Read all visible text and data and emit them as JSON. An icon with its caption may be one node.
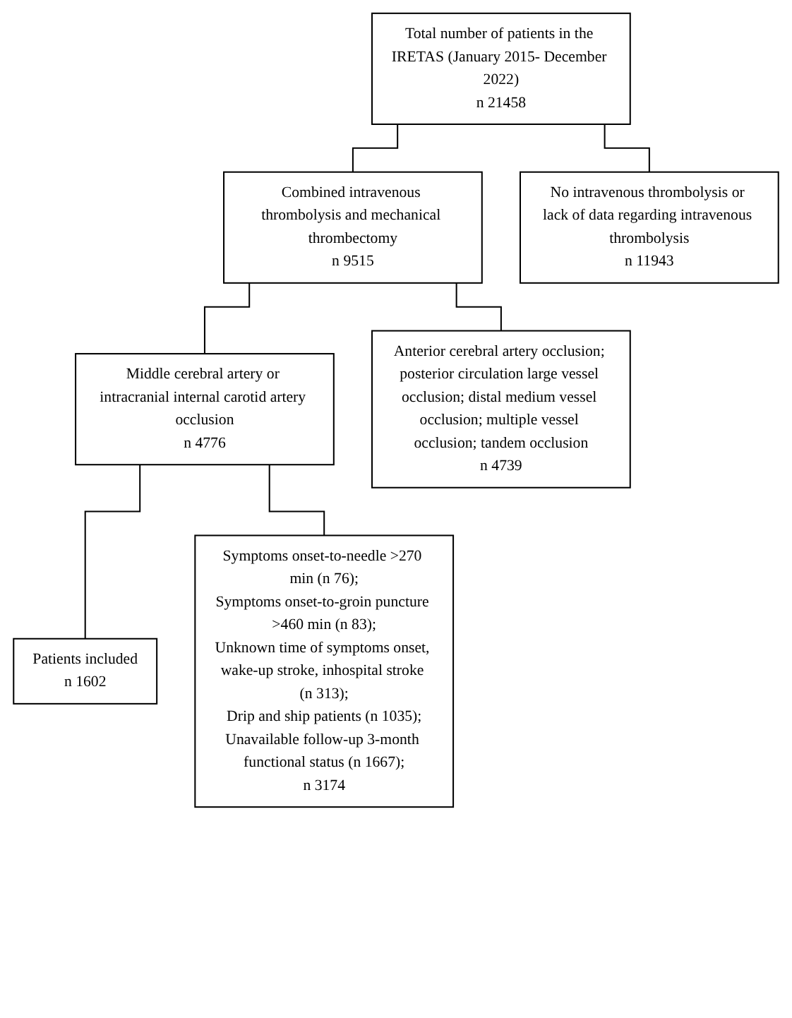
{
  "diagram": {
    "nodes": [
      {
        "text": [
          "Total number of patients in the IRETAS (January 2015- December 2022)",
          "n 21458"
        ]
      },
      {
        "text": [
          "No intravenous thrombolysis or lack of data regarding intravenous thrombolysis",
          "n 11943"
        ]
      },
      {
        "text": [
          "Combined intravenous thrombolysis and mechanical thrombectomy",
          "n 9515"
        ]
      },
      {
        "text": [
          "Anterior cerebral artery occlusion; posterior circulation large vessel occlusion; distal medium vessel occlusion; multiple vessel occlusion; tandem occlusion",
          "n 4739"
        ]
      },
      {
        "text": [
          "Middle cerebral artery or intracranial internal carotid artery occlusion",
          "n 4776"
        ]
      },
      {
        "text": [
          "Symptoms onset-to-needle >270 min (n 76);",
          "Symptoms onset-to-groin puncture >460 min (n 83);",
          "Unknown time of symptoms onset, wake-up stroke, inhospital stroke (n 313);",
          "Drip and ship patients (n 1035);",
          "Unavailable follow-up 3-month functional status (n 1667);",
          "n 3174"
        ]
      },
      {
        "text": [
          "Patients included",
          "n 1602"
        ]
      }
    ],
    "edges": [
      {
        "from": 0,
        "to": 2,
        "arrow": "none"
      },
      {
        "from": 0,
        "to": 1,
        "arrow": "none"
      },
      {
        "from": 2,
        "to": 4,
        "arrow": "none"
      },
      {
        "from": 2,
        "to": 3,
        "arrow": "none"
      },
      {
        "from": 4,
        "to": 6,
        "arrow": "none"
      },
      {
        "from": 4,
        "to": 5,
        "arrow": "none"
      }
    ]
  }
}
